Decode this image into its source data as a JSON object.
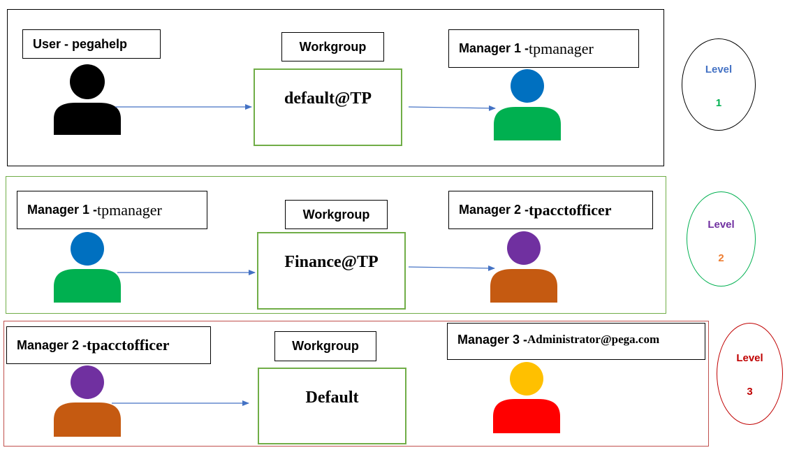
{
  "rows": [
    {
      "source": {
        "prefix": "User - pegahelp",
        "name": ""
      },
      "workgroup_label": "Workgroup",
      "workgroup": "default@TP",
      "target": {
        "prefix": "Manager 1 - ",
        "name": "tpmanager"
      },
      "level": {
        "word": "Level",
        "number": "1"
      }
    },
    {
      "source": {
        "prefix": "Manager 1 - ",
        "name": "tpmanager"
      },
      "workgroup_label": "Workgroup",
      "workgroup": "Finance@TP",
      "target": {
        "prefix": "Manager 2 - ",
        "name": "tpacctofficer"
      },
      "level": {
        "word": "Level",
        "number": "2"
      }
    },
    {
      "source": {
        "prefix": "Manager 2 - ",
        "name": "tpacctofficer"
      },
      "workgroup_label": "Workgroup",
      "workgroup": "Default",
      "target": {
        "prefix": "Manager 3 - ",
        "name": "Administrator@pega.com"
      },
      "level": {
        "word": "Level",
        "number": "3"
      }
    }
  ],
  "colors": {
    "row1_border": "#000000",
    "row2_border": "#70ad47",
    "row3_border": "#c0504d",
    "workgroup_border": "#70ad47",
    "arrow": "#4472c4",
    "user_icon": "#000000",
    "manager1_head": "#0070c0",
    "manager1_body": "#00b050",
    "manager2_head": "#7030a0",
    "manager2_body": "#c55a11",
    "manager3_head": "#ffc000",
    "manager3_body": "#ff0000",
    "level1_word": "#4472c4",
    "level1_number": "#00b050",
    "level1_border": "#000000",
    "level2_word": "#7030a0",
    "level2_number": "#ed7d31",
    "level2_border": "#00b050",
    "level3_word": "#c00000",
    "level3_number": "#c00000",
    "level3_border": "#c00000"
  }
}
